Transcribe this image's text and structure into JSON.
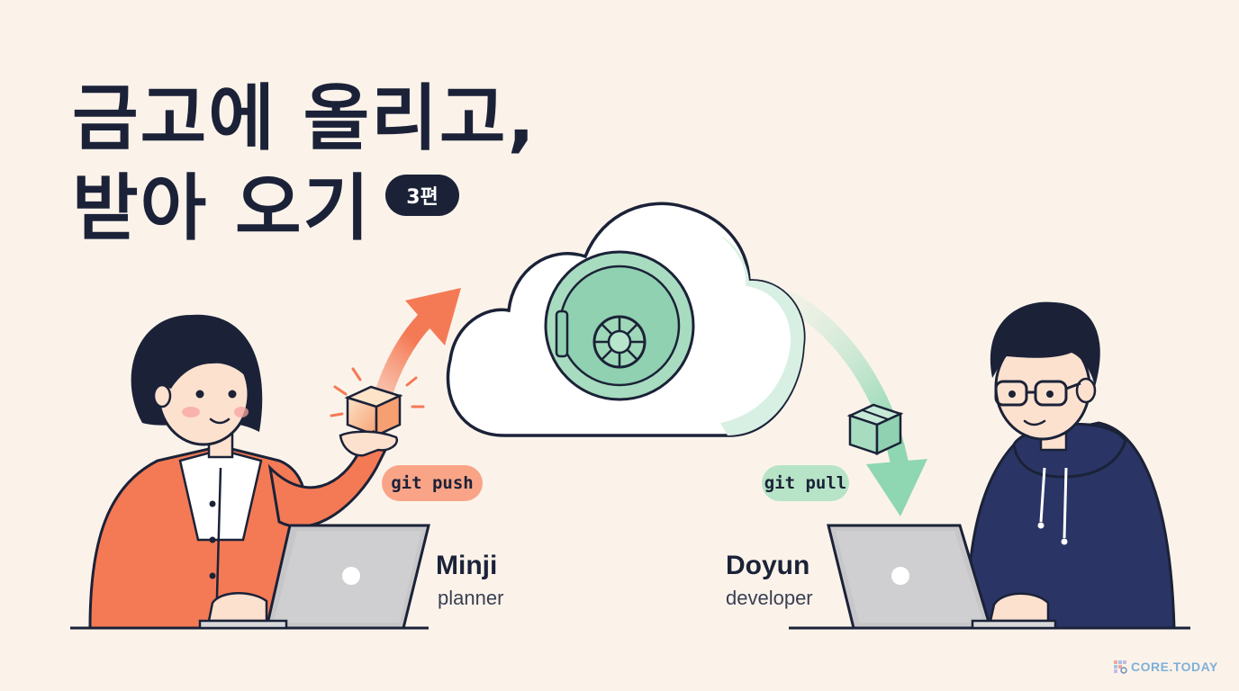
{
  "title": {
    "line1": "금고에 올리고,",
    "line2": "받아 오기",
    "badge": "3편"
  },
  "actions": {
    "push": "git push",
    "pull": "git pull"
  },
  "people": {
    "left": {
      "name": "Minji",
      "role": "planner"
    },
    "right": {
      "name": "Doyun",
      "role": "developer"
    }
  },
  "brand": {
    "text": "CORE.TODAY"
  },
  "colors": {
    "background": "#fbf3ea",
    "title": "#1b2238",
    "push_accent": "#f47a55",
    "pull_accent": "#9ed8b8",
    "vault": "#8fd1b0",
    "cardigan": "#f47a55",
    "hoodie": "#2a3565"
  },
  "icons": [
    "cloud-icon",
    "vault-icon",
    "package-icon",
    "laptop-icon",
    "arrow-icon"
  ]
}
